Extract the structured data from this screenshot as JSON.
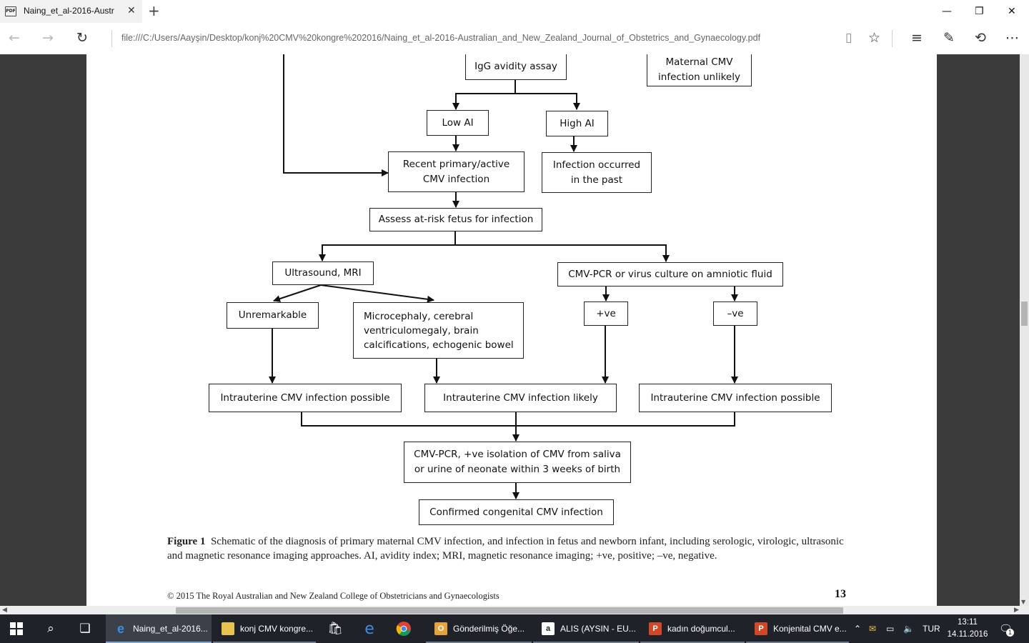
{
  "browser": {
    "tab_title": "Naing_et_al-2016-Austr",
    "tab_icon_text": "PDF",
    "address": "file:///C:/Users/Aayşin/Desktop/konj%20CMV%20kongre%202016/Naing_et_al-2016-Australian_and_New_Zealand_Journal_of_Obstetrics_and_Gynaecology.pdf"
  },
  "flowchart": {
    "igg_avidity": "IgG avidity assay",
    "maternal_unlikely": "Maternal CMV\ninfection unlikely",
    "low_ai": "Low AI",
    "high_ai": "High AI",
    "recent_primary": "Recent primary/active\nCMV infection",
    "infection_past": "Infection occurred\nin the past",
    "assess_fetus": "Assess at-risk fetus for infection",
    "ultrasound_mri": "Ultrasound, MRI",
    "cmv_pcr_amniotic": "CMV-PCR or virus culture on amniotic fluid",
    "unremarkable": "Unremarkable",
    "microcephaly": "Microcephaly, cerebral\nventriculomegaly, brain\ncalcifications, echogenic bowel",
    "positive": "+ve",
    "negative": "–ve",
    "possible_left": "Intrauterine CMV infection possible",
    "likely": "Intrauterine CMV infection likely",
    "possible_right": "Intrauterine CMV infection possible",
    "neonate_pcr": "CMV-PCR, +ve isolation of CMV from saliva\nor urine of neonate within 3 weeks of birth",
    "confirmed": "Confirmed congenital CMV infection"
  },
  "caption": {
    "label": "Figure 1",
    "text": "Schematic of the diagnosis of primary maternal CMV infection, and infection in fetus and newborn infant, including serologic, virologic, ultrasonic and magnetic resonance imaging approaches. AI, avidity index; MRI, magnetic resonance imaging; +ve, positive; –ve, negative."
  },
  "footer": {
    "copyright": "© 2015 The Royal Australian and New Zealand College of Obstetricians and Gynaecologists",
    "page_number": "13"
  },
  "taskbar": {
    "apps": [
      {
        "label": "Naing_et_al-2016...",
        "icon": "edge-icon",
        "active": true
      },
      {
        "label": "konj CMV kongre...",
        "icon": "folder-icon",
        "active": false
      },
      {
        "label": "Gönderilmiş Öğe...",
        "icon": "outlook-icon",
        "active": false
      },
      {
        "label": "ALIS (AYSIN - EU...",
        "icon": "alis-icon",
        "active": false
      },
      {
        "label": "kadın doğumcul...",
        "icon": "powerpoint-icon",
        "active": false
      },
      {
        "label": "Konjenital CMV e...",
        "icon": "powerpoint-icon",
        "active": false
      }
    ],
    "language": "TUR",
    "time": "13:11",
    "date": "14.11.2016",
    "notification_count": "1"
  },
  "colors": {
    "viewer_bg": "#3b3b3b",
    "taskbar_bg": "#1f2228",
    "active_app_bg": "#3c4048",
    "accent": "#7aa7d8"
  }
}
